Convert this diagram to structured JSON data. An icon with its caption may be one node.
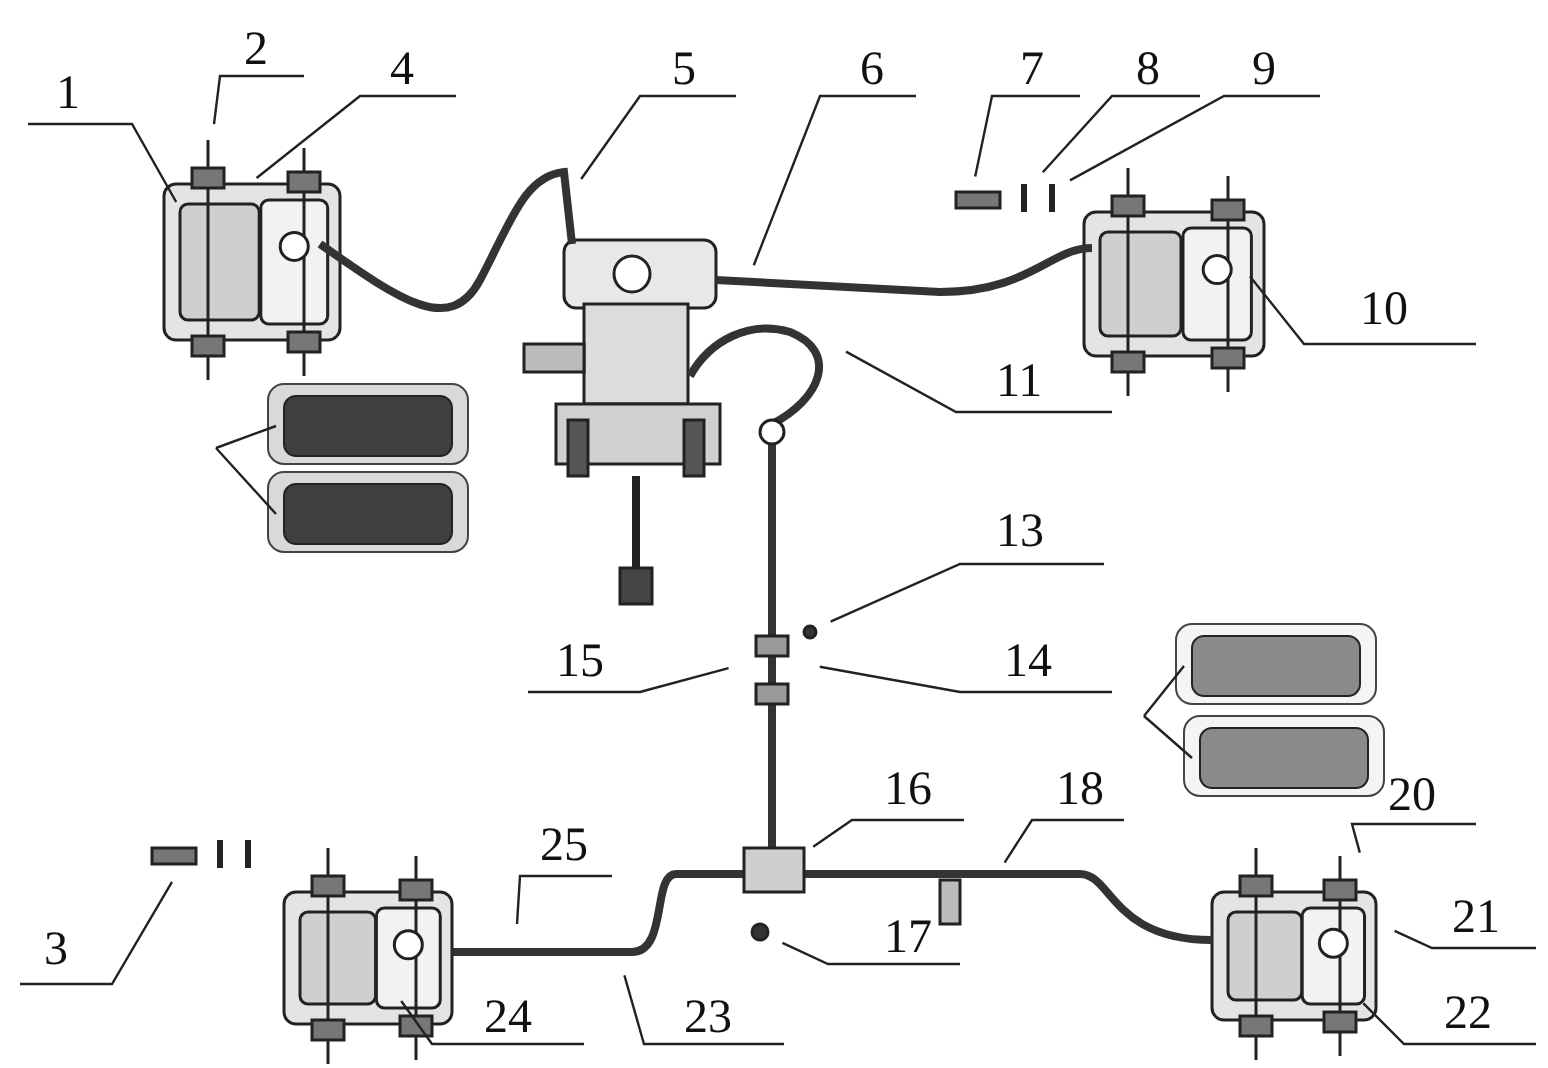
{
  "diagram": {
    "nodes": [
      {
        "text": [
          "1"
        ]
      },
      {
        "text": [
          "2"
        ]
      },
      {
        "text": [
          "3"
        ]
      },
      {
        "text": [
          "4"
        ]
      },
      {
        "text": [
          "5"
        ]
      },
      {
        "text": [
          "6"
        ]
      },
      {
        "text": [
          "7"
        ]
      },
      {
        "text": [
          "8"
        ]
      },
      {
        "text": [
          "9"
        ]
      },
      {
        "text": [
          "10"
        ]
      },
      {
        "text": [
          "11"
        ]
      },
      {
        "text": [
          "13"
        ]
      },
      {
        "text": [
          "14"
        ]
      },
      {
        "text": [
          "15"
        ]
      },
      {
        "text": [
          "16"
        ]
      },
      {
        "text": [
          "17"
        ]
      },
      {
        "text": [
          "18"
        ]
      },
      {
        "text": [
          "20"
        ]
      },
      {
        "text": [
          "21"
        ]
      },
      {
        "text": [
          "22"
        ]
      },
      {
        "text": [
          "23"
        ]
      },
      {
        "text": [
          "24"
        ]
      },
      {
        "text": [
          "25"
        ]
      }
    ],
    "edges": [
      {
        "from": 0,
        "to": null,
        "arrow": "none"
      },
      {
        "from": 1,
        "to": null,
        "arrow": "none"
      },
      {
        "from": 2,
        "to": null,
        "arrow": "none"
      },
      {
        "from": 3,
        "to": null,
        "arrow": "none"
      },
      {
        "from": 4,
        "to": null,
        "arrow": "none"
      },
      {
        "from": 5,
        "to": null,
        "arrow": "none"
      },
      {
        "from": 6,
        "to": null,
        "arrow": "none"
      },
      {
        "from": 7,
        "to": null,
        "arrow": "none"
      },
      {
        "from": 8,
        "to": null,
        "arrow": "none"
      },
      {
        "from": 9,
        "to": null,
        "arrow": "none"
      },
      {
        "from": 10,
        "to": null,
        "arrow": "none"
      },
      {
        "from": 11,
        "to": null,
        "arrow": "none"
      },
      {
        "from": 12,
        "to": null,
        "arrow": "none"
      },
      {
        "from": 13,
        "to": null,
        "arrow": "none"
      },
      {
        "from": 14,
        "to": null,
        "arrow": "none"
      },
      {
        "from": 15,
        "to": null,
        "arrow": "none"
      },
      {
        "from": 16,
        "to": null,
        "arrow": "none"
      },
      {
        "from": 17,
        "to": null,
        "arrow": "none"
      },
      {
        "from": 18,
        "to": null,
        "arrow": "none"
      },
      {
        "from": 19,
        "to": null,
        "arrow": "none"
      },
      {
        "from": 20,
        "to": null,
        "arrow": "none"
      },
      {
        "from": 21,
        "to": null,
        "arrow": "none"
      },
      {
        "from": 22,
        "to": null,
        "arrow": "none"
      }
    ]
  }
}
